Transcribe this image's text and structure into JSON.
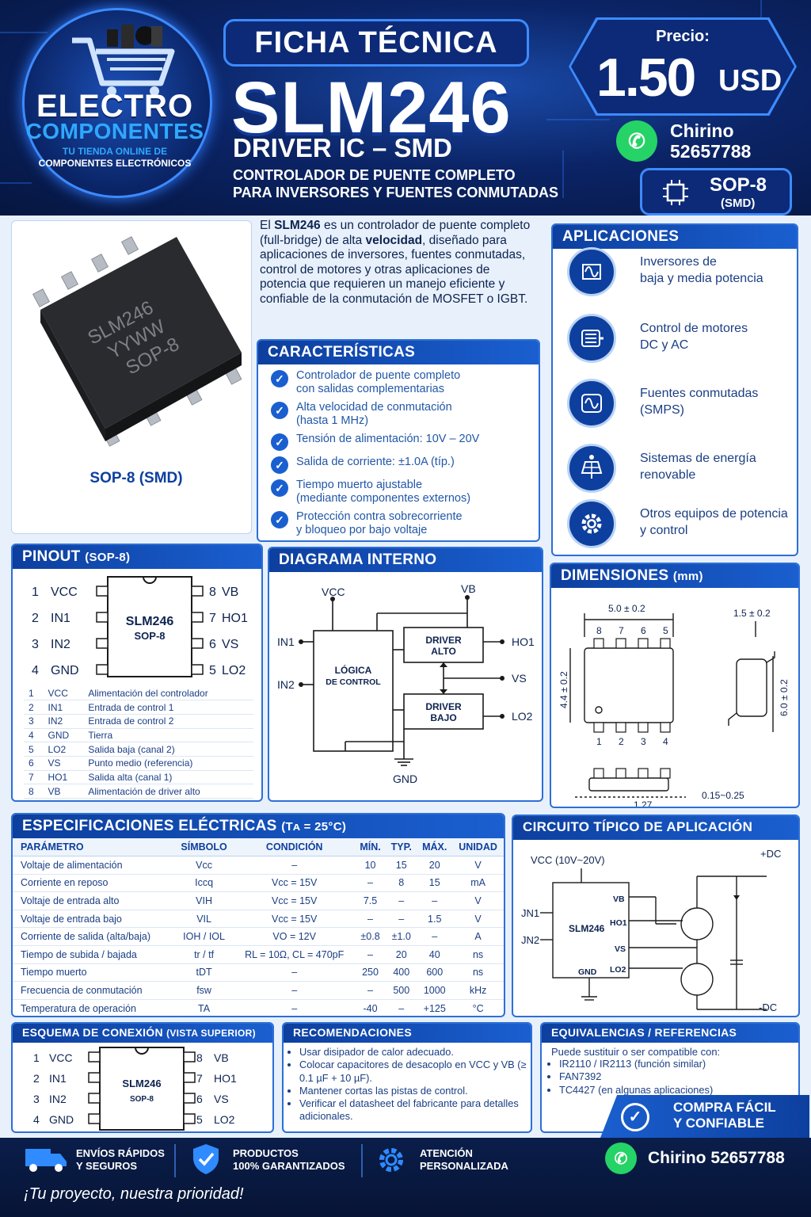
{
  "brand": {
    "line1": "ELECTRO",
    "line2": "COMPONENTES",
    "tagline1": "TU TIENDA ONLINE DE",
    "tagline2": "COMPONENTES ELECTRÓNICOS"
  },
  "header": {
    "title": "FICHA TÉCNICA",
    "part": "SLM246",
    "type": "DRIVER IC – SMD",
    "subtitle1": "CONTROLADOR DE PUENTE COMPLETO",
    "subtitle2": "PARA INVERSORES Y FUENTES CONMUTADAS"
  },
  "price": {
    "label": "Precio:",
    "value": "1.50",
    "currency": "USD"
  },
  "contact": {
    "name": "Chirino",
    "phone": "52657788"
  },
  "package": {
    "name": "SOP-8",
    "type": "(SMD)"
  },
  "product": {
    "chip_l1": "SLM246",
    "chip_l2": "YYWW",
    "chip_l3": "SOP-8",
    "caption": "SOP-8 (SMD)"
  },
  "description": {
    "p1": "El ",
    "b1": "SLM246",
    "p2": " es un controlador de puente completo (full-bridge) de alta ",
    "b2": "velocidad",
    "p3": ", diseñado para aplicaciones de inversores, fuentes conmutadas, control de motores y otras aplicaciones de potencia que requieren un manejo eficiente y confiable de la conmutación de MOSFET o IGBT."
  },
  "features": {
    "title": "CARACTERÍSTICAS",
    "items": [
      {
        "l1": "Controlador de puente completo",
        "l2": "con salidas complementarias"
      },
      {
        "l1": "Alta velocidad de conmutación",
        "l2": "(hasta 1 MHz)"
      },
      {
        "l1": "Tensión de alimentación: 10V – 20V",
        "l2": ""
      },
      {
        "l1": "Salida de corriente: ±1.0A (típ.)",
        "l2": ""
      },
      {
        "l1": "Tiempo muerto ajustable",
        "l2": "(mediante componentes externos)"
      },
      {
        "l1": "Protección contra sobrecorriente",
        "l2": "y bloqueo por bajo voltaje"
      }
    ]
  },
  "applications": {
    "title": "APLICACIONES",
    "items": [
      {
        "l1": "Inversores de",
        "l2": "baja y media potencia",
        "icon": "sine-wave-icon"
      },
      {
        "l1": "Control de motores",
        "l2": "DC y AC",
        "icon": "motor-icon"
      },
      {
        "l1": "Fuentes conmutadas",
        "l2": "(SMPS)",
        "icon": "power-supply-icon"
      },
      {
        "l1": "Sistemas de energía",
        "l2": "renovable",
        "icon": "solar-panel-icon"
      },
      {
        "l1": "Otros equipos de potencia",
        "l2": "y control",
        "icon": "gear-icon"
      }
    ]
  },
  "pinout": {
    "title": "PINOUT",
    "title_sub": "(SOP-8)",
    "chip_l1": "SLM246",
    "chip_l2": "SOP-8",
    "left": [
      {
        "n": "1",
        "name": "VCC"
      },
      {
        "n": "2",
        "name": "IN1"
      },
      {
        "n": "3",
        "name": "IN2"
      },
      {
        "n": "4",
        "name": "GND"
      }
    ],
    "right": [
      {
        "n": "8",
        "name": "VB"
      },
      {
        "n": "7",
        "name": "HO1"
      },
      {
        "n": "6",
        "name": "VS"
      },
      {
        "n": "5",
        "name": "LO2"
      }
    ],
    "table": [
      {
        "n": "1",
        "pin": "VCC",
        "desc": "Alimentación del controlador"
      },
      {
        "n": "2",
        "pin": "IN1",
        "desc": "Entrada de control 1"
      },
      {
        "n": "3",
        "pin": "IN2",
        "desc": "Entrada de control 2"
      },
      {
        "n": "4",
        "pin": "GND",
        "desc": "Tierra"
      },
      {
        "n": "5",
        "pin": "LO2",
        "desc": "Salida baja (canal 2)"
      },
      {
        "n": "6",
        "pin": "VS",
        "desc": "Punto medio (referencia)"
      },
      {
        "n": "7",
        "pin": "HO1",
        "desc": "Salida alta (canal 1)"
      },
      {
        "n": "8",
        "pin": "VB",
        "desc": "Alimentación de driver alto"
      }
    ]
  },
  "internal": {
    "title": "DIAGRAMA INTERNO",
    "vcc": "VCC",
    "vb": "VB",
    "in1": "IN1",
    "in2": "IN2",
    "logic_l1": "LÓGICA",
    "logic_l2": "DE CONTROL",
    "hi_l1": "DRIVER",
    "hi_l2": "ALTO",
    "lo_l1": "DRIVER",
    "lo_l2": "BAJO",
    "ho1": "HO1",
    "vs": "VS",
    "lo2": "LO2",
    "gnd": "GND"
  },
  "dimensions": {
    "title": "DIMENSIONES",
    "unit": "(mm)",
    "width": "5.0 ± 0.2",
    "thick": "1.5 ± 0.2",
    "height": "4.4 ± 0.2",
    "total": "6.0 ± 0.2",
    "pitch": "1.27",
    "lead": "0.15~0.25",
    "top_pins": [
      "8",
      "7",
      "6",
      "5"
    ],
    "bottom_pins": [
      "1",
      "2",
      "3",
      "4"
    ]
  },
  "specs": {
    "title": "ESPECIFICACIONES ELÉCTRICAS",
    "title_sub": "(Tᴀ = 25°C)",
    "headers": [
      "PARÁMETRO",
      "SÍMBOLO",
      "CONDICIÓN",
      "MÍN.",
      "TYP.",
      "MÁX.",
      "UNIDAD"
    ],
    "rows": [
      [
        "Voltaje de alimentación",
        "Vcc",
        "–",
        "10",
        "15",
        "20",
        "V"
      ],
      [
        "Corriente en reposo",
        "Iccq",
        "Vcc = 15V",
        "–",
        "8",
        "15",
        "mA"
      ],
      [
        "Voltaje de entrada alto",
        "VIH",
        "Vcc = 15V",
        "7.5",
        "–",
        "–",
        "V"
      ],
      [
        "Voltaje de entrada bajo",
        "VIL",
        "Vcc = 15V",
        "–",
        "–",
        "1.5",
        "V"
      ],
      [
        "Corriente de salida (alta/baja)",
        "IOH / IOL",
        "VO = 12V",
        "±0.8",
        "±1.0",
        "–",
        "A"
      ],
      [
        "Tiempo de subida / bajada",
        "tr / tf",
        "RL = 10Ω, CL = 470pF",
        "–",
        "20",
        "40",
        "ns"
      ],
      [
        "Tiempo muerto",
        "tDT",
        "–",
        "250",
        "400",
        "600",
        "ns"
      ],
      [
        "Frecuencia de conmutación",
        "fsw",
        "–",
        "–",
        "500",
        "1000",
        "kHz"
      ],
      [
        "Temperatura de operación",
        "TA",
        "–",
        "-40",
        "–",
        "+125",
        "°C"
      ]
    ]
  },
  "typical": {
    "title": "CIRCUITO TÍPICO DE APLICACIÓN",
    "vcc": "VCC (10V~20V)",
    "dcp": "+DC",
    "dcn": "-DC",
    "in1": "JN1",
    "in2": "JN2",
    "chip": "SLM246",
    "vb": "VB",
    "ho1": "HO1",
    "vs": "VS",
    "lo2": "LO2",
    "gnd": "GND"
  },
  "connection": {
    "title": "ESQUEMA DE CONEXIÓN",
    "title_sub": "(VISTA SUPERIOR)",
    "chip_l1": "SLM246",
    "chip_l2": "SOP-8",
    "left": [
      {
        "n": "1",
        "name": "VCC"
      },
      {
        "n": "2",
        "name": "IN1"
      },
      {
        "n": "3",
        "name": "IN2"
      },
      {
        "n": "4",
        "name": "GND"
      }
    ],
    "right": [
      {
        "n": "8",
        "name": "VB"
      },
      {
        "n": "7",
        "name": "HO1"
      },
      {
        "n": "6",
        "name": "VS"
      },
      {
        "n": "5",
        "name": "LO2"
      }
    ]
  },
  "recommendations": {
    "title": "RECOMENDACIONES",
    "items": [
      "Usar disipador de calor adecuado.",
      "Colocar capacitores de desacoplo en VCC y VB (≥ 0.1 µF + 10 µF).",
      "Mantener cortas las pistas de control.",
      "Verificar el datasheet del fabricante para detalles adicionales."
    ]
  },
  "equivalents": {
    "title": "EQUIVALENCIAS / REFERENCIAS",
    "intro": "Puede sustituir o ser compatible con:",
    "items": [
      "IR2110 / IR2113 (función similar)",
      "FAN7392",
      "TC4427 (en algunas aplicaciones)"
    ],
    "badge_l1": "COMPRA FÁCIL",
    "badge_l2": "Y CONFIABLE"
  },
  "footer": {
    "f1_l1": "ENVÍOS RÁPIDOS",
    "f1_l2": "Y SEGUROS",
    "f2_l1": "PRODUCTOS",
    "f2_l2": "100% GARANTIZADOS",
    "f3_l1": "ATENCIÓN",
    "f3_l2": "PERSONALIZADA",
    "contact": "Chirino  52657788",
    "slogan": "¡Tu proyecto,  nuestra prioridad!"
  },
  "colors": {
    "navy": "#0a1e4a",
    "accent": "#1a5fd0",
    "whatsapp": "#25d366"
  }
}
